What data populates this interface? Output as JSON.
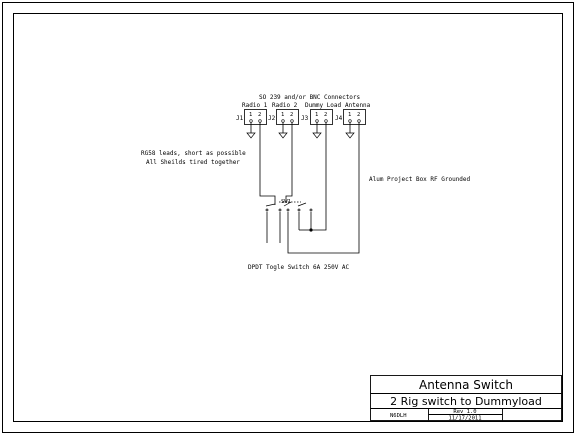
{
  "header": {
    "connectors_title": "SO 239 and/or BNC Connectors"
  },
  "connectors": [
    {
      "ref": "J1",
      "name": "Radio 1",
      "pins": [
        "1",
        "2"
      ]
    },
    {
      "ref": "J2",
      "name": "Radio 2",
      "pins": [
        "1",
        "2"
      ]
    },
    {
      "ref": "J3",
      "name": "Dummy Load",
      "pins": [
        "1",
        "2"
      ]
    },
    {
      "ref": "J4",
      "name": "Antenna",
      "pins": [
        "1",
        "2"
      ]
    }
  ],
  "notes": {
    "rg58_line1": "RG58 leads, short as possible",
    "rg58_line2": "All Sheilds tired together",
    "box": "Alum Project Box RF Grounded",
    "switch_desc": "DPDT Togle Switch 6A 250V AC"
  },
  "switch": {
    "ref": "SW1"
  },
  "title_block": {
    "title": "Antenna Switch",
    "subtitle": "2 Rig switch to Dummyload",
    "author": "N6DLH",
    "rev": "Rev 1.0",
    "date": "11/17/2011"
  }
}
